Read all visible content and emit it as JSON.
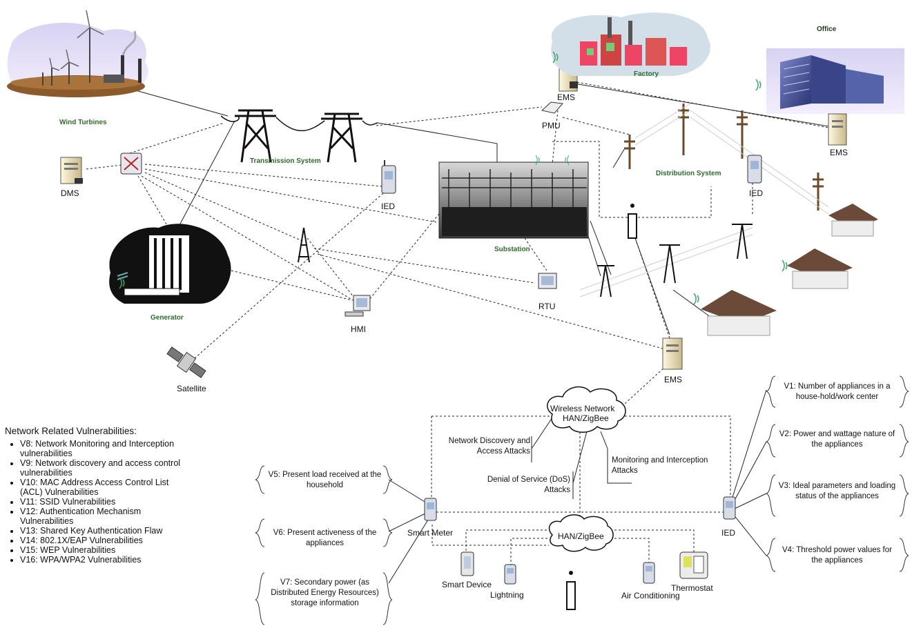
{
  "nodes": {
    "wind_turbines": "Wind Turbines",
    "transmission_system": "Transmission System",
    "dms": "DMS",
    "ied_top": "IED",
    "generator": "Generator",
    "satellite": "Satellite",
    "hmi": "HMI",
    "substation": "Substation",
    "rtu": "RTU",
    "pmu": "PMU",
    "ems_factory": "EMS",
    "factory": "Factory",
    "office": "Office",
    "ems_office": "EMS",
    "distribution_system": "Distribution System",
    "ied_dist": "IED",
    "ems_home": "EMS"
  },
  "network": {
    "wireless_cloud_line1": "Wireless Network",
    "wireless_cloud_line2": "HAN/ZigBee",
    "han_cloud": "HAN/ZigBee",
    "smart_meter": "Smart Meter",
    "ied_right": "IED",
    "smart_device": "Smart Device",
    "lightning": "Lightning",
    "air_conditioning": "Air Conditioning",
    "thermostat": "Thermostat"
  },
  "attacks": {
    "network_discovery_1": "Network Discovery and",
    "network_discovery_2": "Access Attacks",
    "dos_1": "Denial of Service (DoS)",
    "dos_2": "Attacks",
    "monitoring_1": "Monitoring and Interception",
    "monitoring_2": "Attacks"
  },
  "left_vulns": {
    "v5": "V5: Present load received at the household",
    "v6": "V6: Present activeness of the appliances",
    "v7": "V7: Secondary power (as Distributed Energy Resources) storage information"
  },
  "right_vulns": {
    "v1": "V1: Number of appliances in a house-hold/work center",
    "v2": "V2: Power and wattage nature of the appliances",
    "v3": "V3: Ideal parameters and loading status of the appliances",
    "v4": "V4: Threshold power values for the appliances"
  },
  "network_vulns": {
    "title": "Network Related Vulnerabilities:",
    "items": [
      "V8: Network Monitoring and Interception vulnerabilities",
      "V9: Network discovery and access control vulnerabilities",
      "V10: MAC Address Access Control List (ACL) Vulnerabilities",
      "V11: SSID Vulnerabilities",
      "V12: Authentication Mechanism Vulnerabilities",
      "V13: Shared Key Authentication Flaw",
      "V14: 802.1X/EAP Vulnerabilities",
      "V15: WEP Vulnerabilities",
      "V16: WPA/WPA2 Vulnerabilities"
    ]
  },
  "colors": {
    "green_label": "#2f6b2f",
    "line": "#222222",
    "cloud_fill": "#ffffff"
  }
}
